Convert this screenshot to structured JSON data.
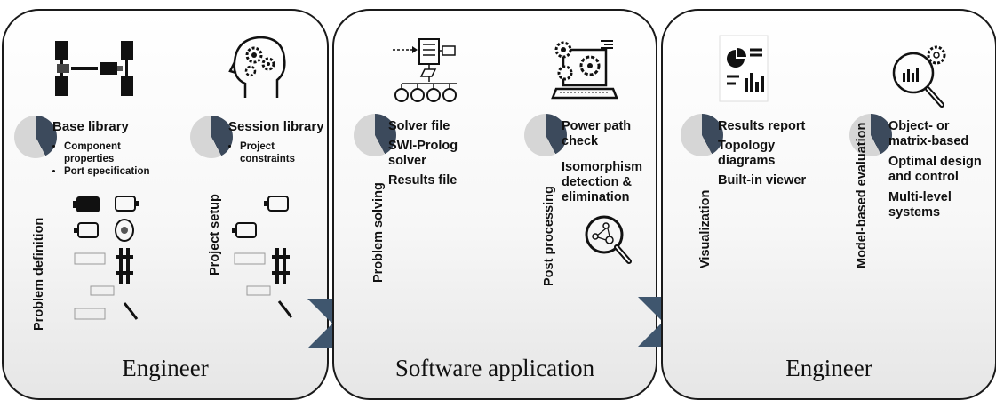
{
  "colors": {
    "pie_dark": "#3c4a5c",
    "pie_light": "#d6d6d6",
    "chevron": "#3f566e"
  },
  "panels": [
    {
      "title": "Engineer",
      "vlabel_left": "Problem definition",
      "vlabel_right": "Project setup",
      "base_library": {
        "heading": "Base library",
        "items": [
          "Component properties",
          "Port specification"
        ]
      },
      "session_library": {
        "heading": "Session library",
        "items": [
          "Project constraints"
        ]
      }
    },
    {
      "title": "Software application",
      "vlabel_left": "Problem solving",
      "vlabel_right": "Post processing",
      "solver_items": [
        "Solver file",
        "SWI-Prolog solver",
        "Results file"
      ],
      "post_items": [
        "Power path check",
        "Isomorphism detection & elimination"
      ]
    },
    {
      "title": "Engineer",
      "vlabel_left": "Visualization",
      "vlabel_right": "Model-based evaluation",
      "vis_items": [
        "Results report",
        "Topology diagrams",
        "Built-in viewer"
      ],
      "eval_items": [
        "Object- or matrix-based",
        "Optimal design and control",
        "Multi-level systems"
      ]
    }
  ],
  "icons": [
    "drivetrain-icon",
    "brain-gears-icon",
    "solver-tree-icon",
    "laptop-gears-icon",
    "magnifier-network-icon",
    "report-icon",
    "analytics-magnifier-icon"
  ]
}
